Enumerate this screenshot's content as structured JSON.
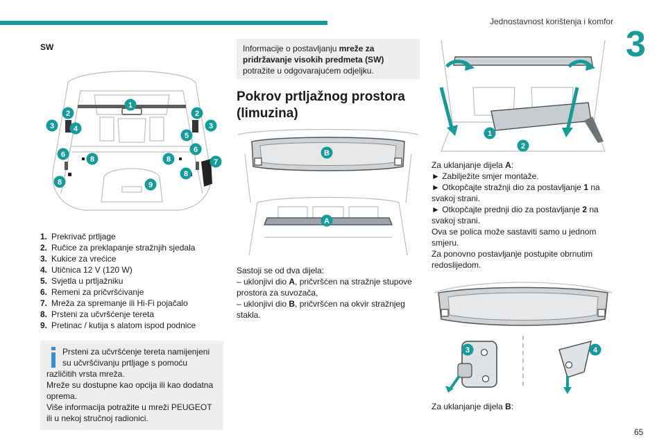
{
  "header": {
    "title": "Jednostavnost korištenja i komfor",
    "chapter": "3",
    "page_number": "65"
  },
  "left": {
    "heading": "SW",
    "callouts": [
      "1",
      "2",
      "2",
      "3",
      "3",
      "4",
      "5",
      "6",
      "6",
      "7",
      "8",
      "8",
      "8",
      "8",
      "9"
    ],
    "legend": [
      {
        "num": "1.",
        "text": "Prekrivač prtljage"
      },
      {
        "num": "2.",
        "text": "Ručice za preklapanje stražnjih sjedala"
      },
      {
        "num": "3.",
        "text": "Kukice za vrećice"
      },
      {
        "num": "4.",
        "text": "Utičnica 12 V (120 W)"
      },
      {
        "num": "5.",
        "text": "Svjetla u prtljažniku"
      },
      {
        "num": "6.",
        "text": "Remeni za pričvršćivanje"
      },
      {
        "num": "7.",
        "text": "Mreža za spremanje ili Hi-Fi pojačalo"
      },
      {
        "num": "8.",
        "text": "Prsteni za učvršćenje tereta"
      },
      {
        "num": "9.",
        "text": "Pretinac / kutija s alatom ispod podnice"
      }
    ],
    "info_box": {
      "line1": "Prsteni za učvršćenje tereta namijenjeni",
      "line2": "su učvršćivanju prtljage s pomoću",
      "rest": [
        "različitih vrsta mreža.",
        "Mreže su dostupne kao opcija ili kao dodatna",
        "oprema.",
        "Više informacija potražite u mreži PEUGEOT",
        "ili u nekoj stručnoj radionici."
      ]
    }
  },
  "middle": {
    "note": {
      "pre": "Informacije o postavljanju ",
      "bold1": "mreže za",
      "bold2": "pridržavanje visokih predmeta (SW)",
      "post": "potražite u odgovarajućem odjeljku."
    },
    "title_line1": "Pokrov prtljažnog prostora",
    "title_line2": "(limuzina)",
    "callout_b": "B",
    "callout_a": "A",
    "desc": [
      {
        "t": "Sastoji se od dva dijela:"
      },
      {
        "pre": "–  uklonjivi dio ",
        "b": "A",
        "post": ", pričvršćen na stražnje stupove"
      },
      {
        "t": "prostora za suvozača,"
      },
      {
        "pre": "–  uklonjivi dio ",
        "b": "B",
        "post": ", pričvršćen na okvir stražnjeg"
      },
      {
        "t": "stakla."
      }
    ]
  },
  "right": {
    "callouts_top": [
      "1",
      "2"
    ],
    "removal_a": {
      "intro_pre": "Za uklanjanje dijela ",
      "intro_b": "A",
      "intro_post": ":",
      "line2": "►  Zabilježite smjer montaže.",
      "line3_pre": "►  Otkopčajte stražnji dio za postavljanje ",
      "line3_b": "1",
      "line3_post": " na",
      "line4": "svakoj strani.",
      "line5_pre": "►  Otkopčajte prednji dio za postavljanje ",
      "line5_b": "2",
      "line5_post": " na",
      "line6": "svakoj strani.",
      "line7": "Ova se polica može sastaviti samo u jednom",
      "line8": "smjeru.",
      "line9": "Za ponovno postavljanje postupite obrnutim",
      "line10": "redoslijedom."
    },
    "callouts_bottom": [
      "3",
      "4"
    ],
    "removal_b": {
      "pre": "Za uklanjanje dijela ",
      "b": "B",
      "post": ":"
    }
  },
  "colors": {
    "accent": "#169a9a",
    "note_bg": "#efefef"
  }
}
